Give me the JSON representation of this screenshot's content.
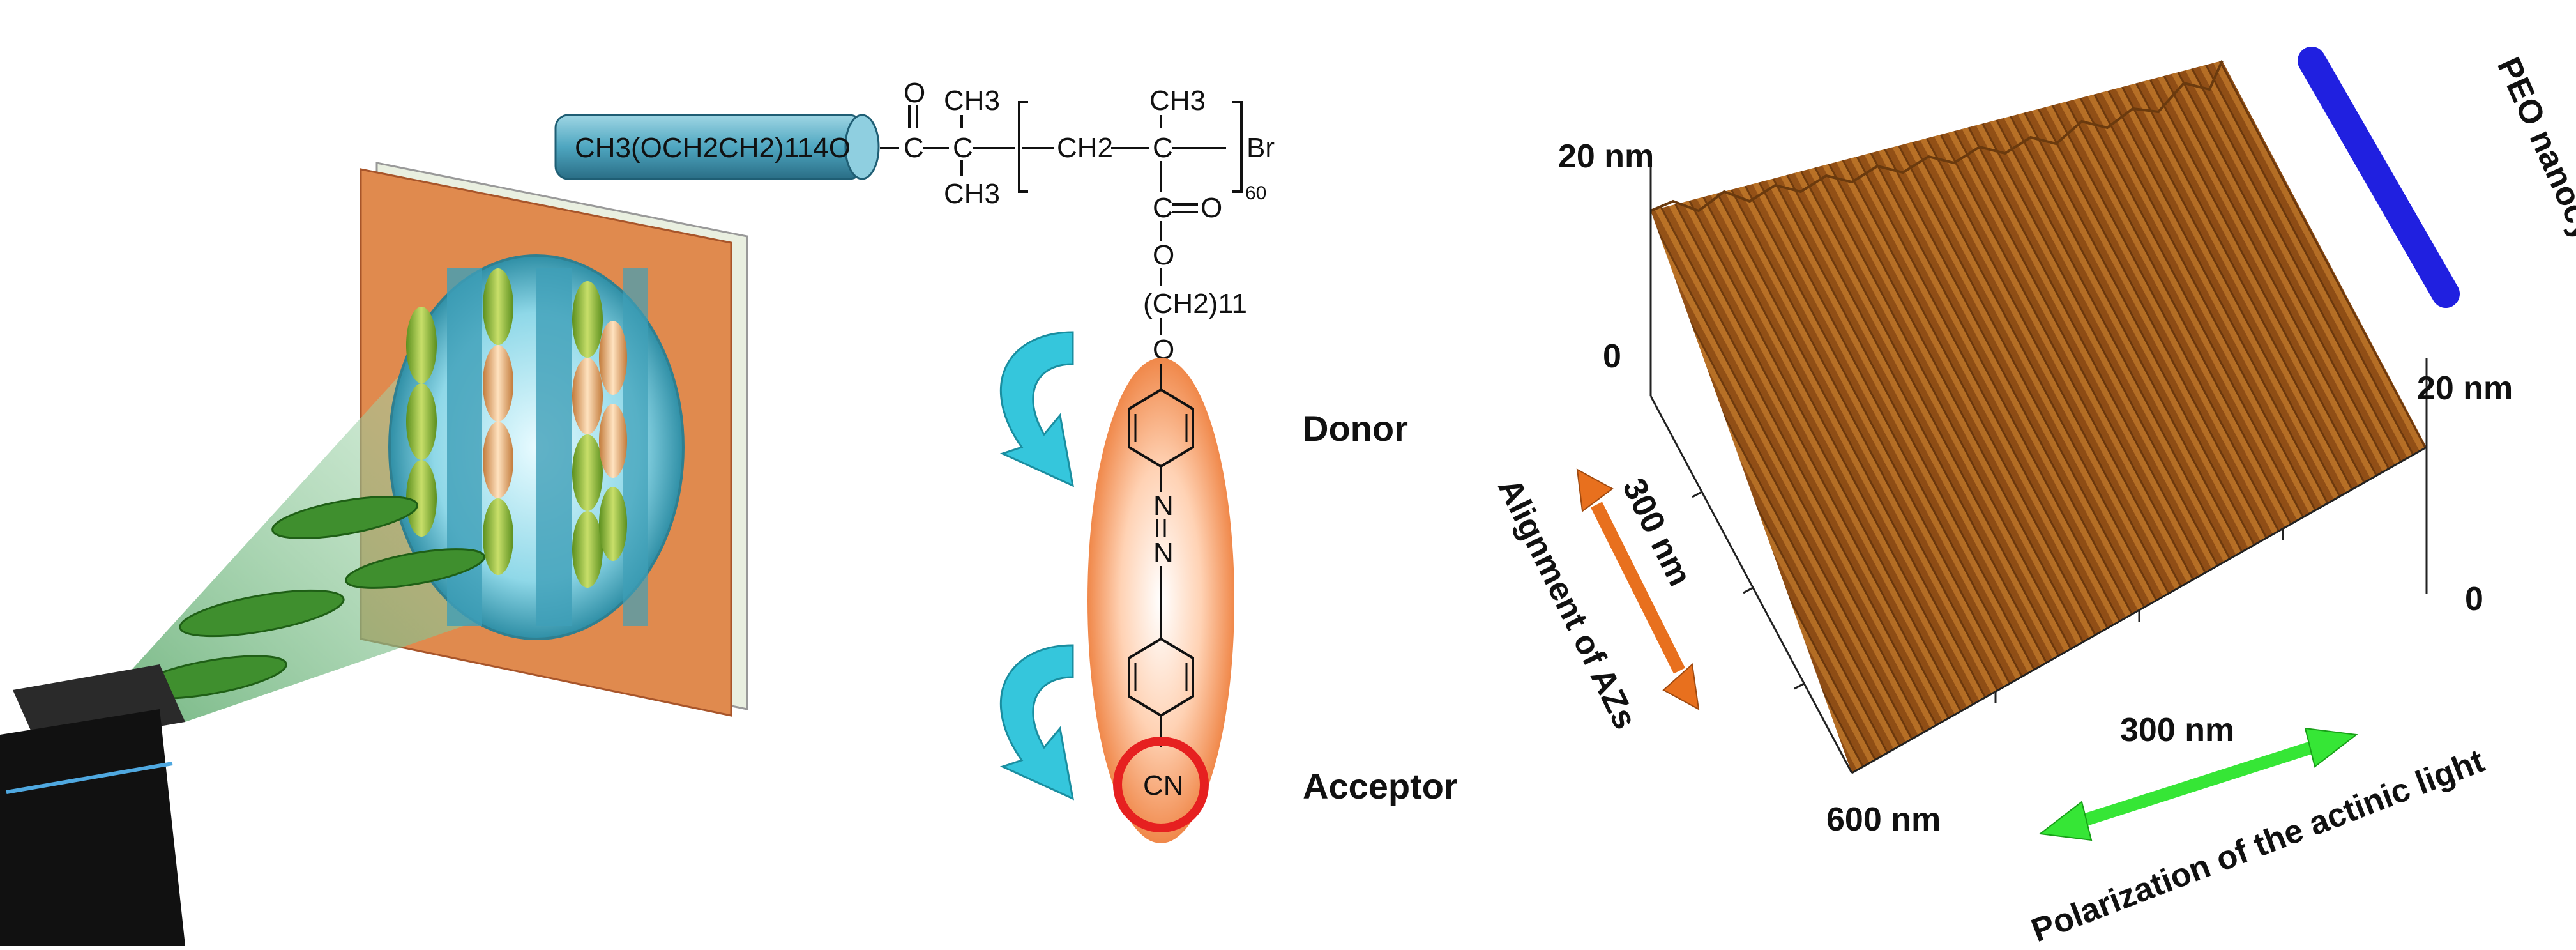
{
  "chemistry": {
    "peo_block": "CH3(OCH2CH2)114O",
    "methyl_top_1": "CH3",
    "methyl_bottom_1": "CH3",
    "methylene": "CH2",
    "methyl_top_2": "CH3",
    "repeat_count": "60",
    "end_group": "Br",
    "carbonyl_o_1": "O",
    "carbonyl_o_2": "O",
    "ester_c": "C",
    "quaternary_c_1": "C",
    "quaternary_c_2": "C",
    "ester_o": "O",
    "spacer": "(CH2)11",
    "ether_o": "O",
    "azo_n_1": "N",
    "azo_n_2": "N",
    "cyano": "CN"
  },
  "labels": {
    "donor": "Donor",
    "acceptor": "Acceptor"
  },
  "afm": {
    "z_max": "20 nm",
    "z_min": "0",
    "right_top": "20 nm",
    "right_bottom": "0",
    "axis_left_mid": "300 nm",
    "axis_front_mid": "300 nm",
    "axis_corner": "600 nm",
    "peo_label": "PEO nanocylinder",
    "alignment_label": "Alignment of AZs",
    "polarization_label": "Polarization of the actinic light"
  },
  "colors": {
    "panel_orange": "#e08a4e",
    "surface_brown": "#8a4a14",
    "cyan_arrow": "#35c6dc",
    "orange_arrow": "#e8701e",
    "green_arrow": "#36e636",
    "blue_rod": "#2020e0",
    "red_circle": "#e62020"
  }
}
